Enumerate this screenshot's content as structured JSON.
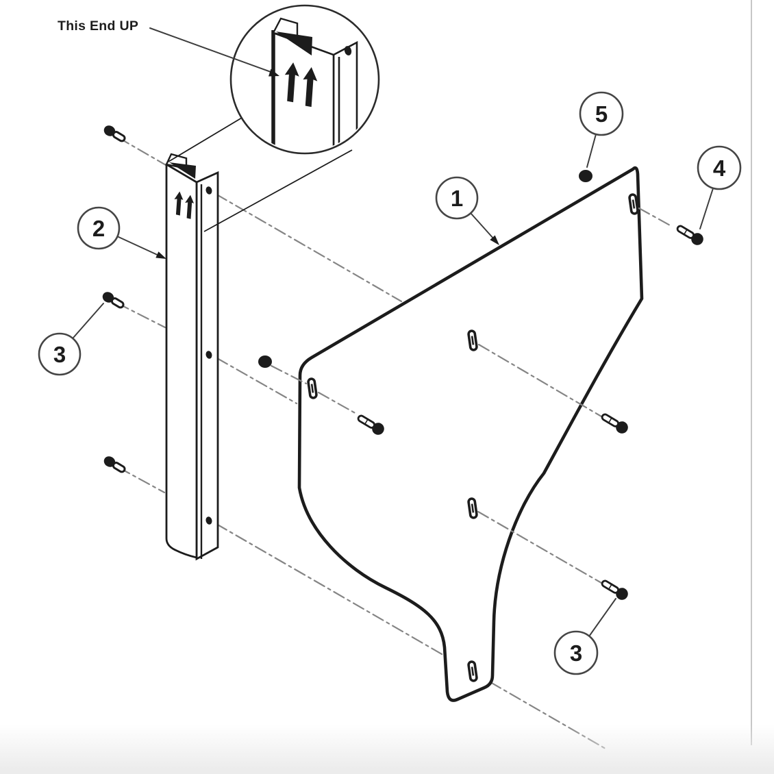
{
  "figure": {
    "orientation_label": "This End UP",
    "callouts": [
      {
        "id": "callout-1",
        "label": "1"
      },
      {
        "id": "callout-2",
        "label": "2"
      },
      {
        "id": "callout-3-upper-left",
        "label": "3"
      },
      {
        "id": "callout-3-lower-right",
        "label": "3"
      },
      {
        "id": "callout-4",
        "label": "4"
      },
      {
        "id": "callout-5",
        "label": "5"
      }
    ],
    "icons": {
      "up_arrows_icon": "↑↑"
    },
    "colors": {
      "ink": "#1c1c1c",
      "dash_line": "#858585",
      "leader_line": "#3d3d3d",
      "page_edge": "#c6c6c6",
      "bottom_fade": "#ececec",
      "paper": "#ffffff"
    }
  }
}
